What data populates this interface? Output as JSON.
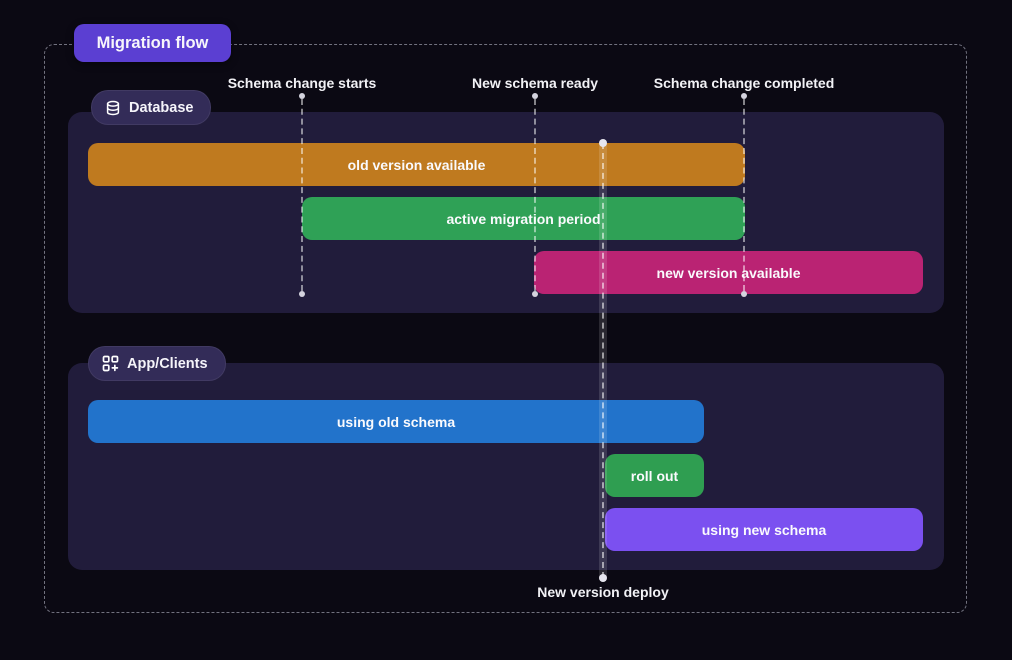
{
  "title_badge": {
    "label": "Migration flow"
  },
  "markers": [
    {
      "label": "Schema change starts"
    },
    {
      "label": "New schema ready"
    },
    {
      "label": "Schema change completed"
    }
  ],
  "deploy_marker": {
    "label": "New version deploy"
  },
  "sections": {
    "database": {
      "label": "Database",
      "icon": "database-icon",
      "bars": {
        "old_version": {
          "label": "old version available",
          "color": "#bf7a1f"
        },
        "active_migration": {
          "label": "active migration period",
          "color": "#2fa156"
        },
        "new_version": {
          "label": "new version available",
          "color": "#ba2373"
        }
      }
    },
    "app_clients": {
      "label": "App/Clients",
      "icon": "apps-plus-icon",
      "bars": {
        "using_old_schema": {
          "label": "using old schema",
          "color": "#2273cb"
        },
        "roll_out": {
          "label": "roll out",
          "color": "#2f9e51"
        },
        "using_new_schema": {
          "label": "using new schema",
          "color": "#7b50f0"
        }
      }
    }
  },
  "colors": {
    "page_background": "#0b0913",
    "panel_background": "#211c3b",
    "badge_background": "#332c58",
    "title_badge_background": "#5b3fd2",
    "marker_line": "rgba(255,255,255,0.5)",
    "text": "#f5f5f8"
  }
}
